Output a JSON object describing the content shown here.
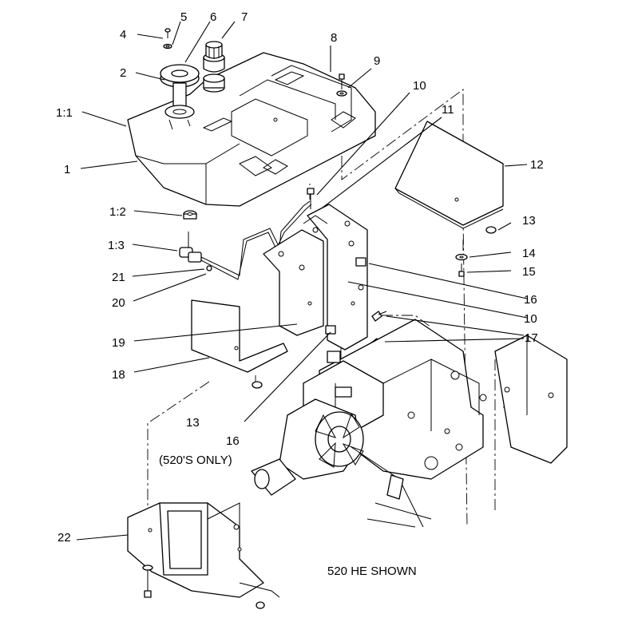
{
  "callouts": [
    {
      "id": "c4",
      "text": "4"
    },
    {
      "id": "c5",
      "text": "5"
    },
    {
      "id": "c6",
      "text": "6"
    },
    {
      "id": "c7",
      "text": "7"
    },
    {
      "id": "c2",
      "text": "2"
    },
    {
      "id": "c1-1",
      "text": "1:1"
    },
    {
      "id": "c1",
      "text": "1"
    },
    {
      "id": "c8",
      "text": "8"
    },
    {
      "id": "c9",
      "text": "9"
    },
    {
      "id": "c10a",
      "text": "10"
    },
    {
      "id": "c11",
      "text": "11"
    },
    {
      "id": "c12",
      "text": "12"
    },
    {
      "id": "c1-2",
      "text": "1:2"
    },
    {
      "id": "c13a",
      "text": "13"
    },
    {
      "id": "c1-3",
      "text": "1:3"
    },
    {
      "id": "c14",
      "text": "14"
    },
    {
      "id": "c15",
      "text": "15"
    },
    {
      "id": "c21",
      "text": "21"
    },
    {
      "id": "c20",
      "text": "20"
    },
    {
      "id": "c16a",
      "text": "16"
    },
    {
      "id": "c10b",
      "text": "10"
    },
    {
      "id": "c19",
      "text": "19"
    },
    {
      "id": "c17",
      "text": "17"
    },
    {
      "id": "c18",
      "text": "18"
    },
    {
      "id": "c13b",
      "text": "13"
    },
    {
      "id": "c16b",
      "text": "16"
    },
    {
      "id": "c22",
      "text": "22"
    }
  ],
  "notes": {
    "only_520": "(520'S ONLY)",
    "shown": "520 HE SHOWN"
  }
}
